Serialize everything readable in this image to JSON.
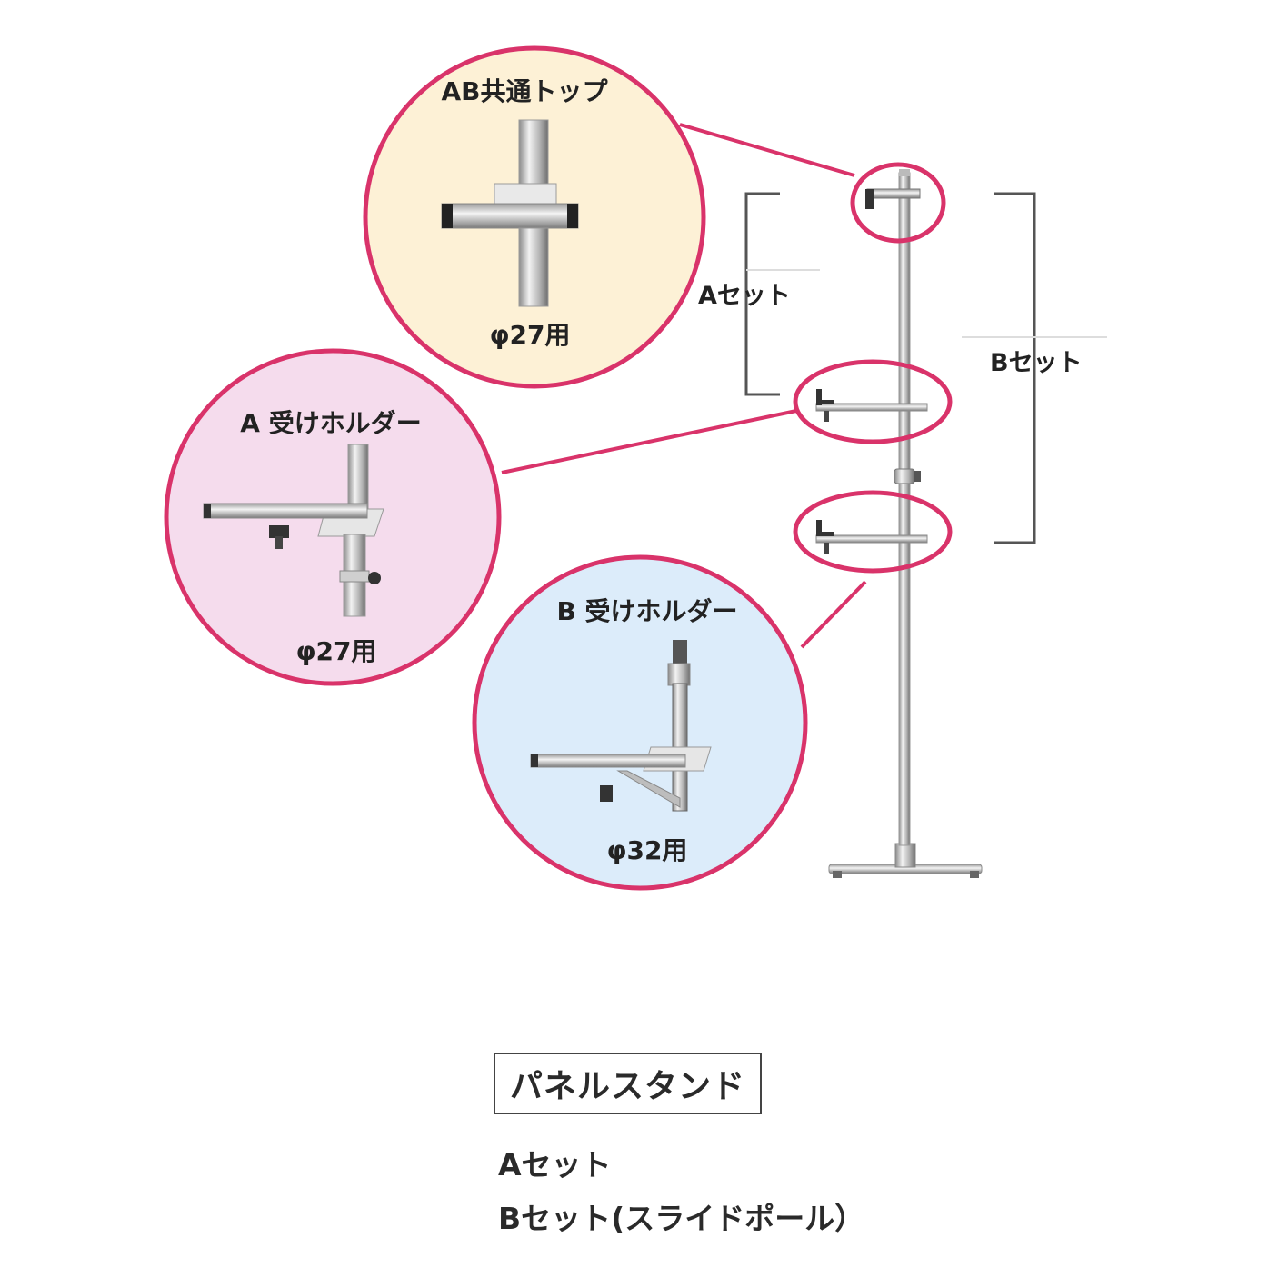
{
  "callouts": {
    "top": {
      "title": "AB共通トップ",
      "spec": "φ27用"
    },
    "a_holder": {
      "title": "A 受けホルダー",
      "spec": "φ27用"
    },
    "b_holder": {
      "title": "B 受けホルダー",
      "spec": "φ32用"
    }
  },
  "brackets": {
    "a_set": "Aセット",
    "b_set": "Bセット"
  },
  "caption": {
    "product": "パネルスタンド",
    "set_a": "Aセット",
    "set_b": "Bセット(スライドポール）"
  },
  "colors": {
    "accent": "#d9336a",
    "top_bg": "#fdf1d6",
    "a_bg": "#f5dced",
    "b_bg": "#dcecfa",
    "metal": "#c9c9c9",
    "metal_dark": "#555555"
  }
}
